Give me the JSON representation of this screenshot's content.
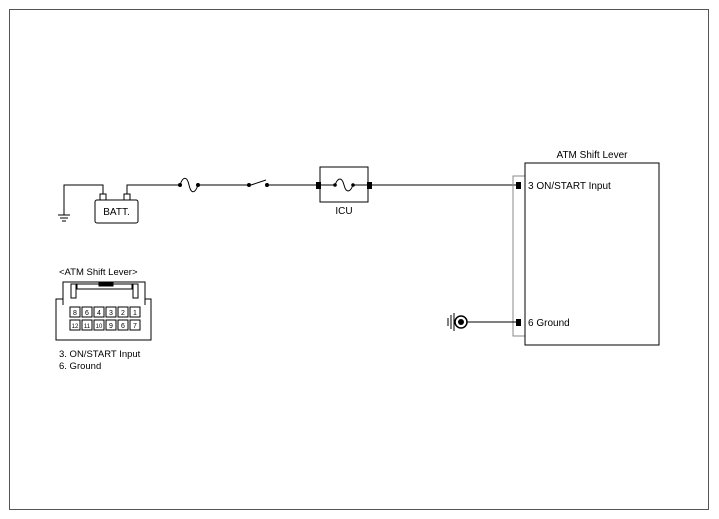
{
  "battery": {
    "label": "BATT."
  },
  "icu": {
    "label": "ICU"
  },
  "module": {
    "title": "ATM Shift Lever",
    "pin3_label": "3 ON/START Input",
    "pin6_label": "6 Ground"
  },
  "connector": {
    "title": "<ATM Shift Lever>",
    "top_row": [
      "8",
      "6",
      "4",
      "3",
      "2",
      "1"
    ],
    "bottom_row": [
      "12",
      "11",
      "10",
      "9",
      "6",
      "7"
    ],
    "legend": [
      "3. ON/START Input",
      "6. Ground"
    ]
  }
}
